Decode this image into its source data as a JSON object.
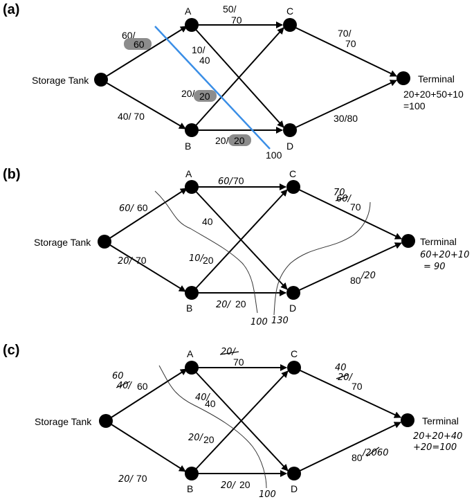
{
  "panels": [
    {
      "label": "(a)",
      "nodes": {
        "source": "Storage Tank",
        "a": "A",
        "b": "B",
        "c": "C",
        "d": "D",
        "sink": "Terminal"
      },
      "edges": {
        "s_a": {
          "flow": "60/",
          "cap": "60"
        },
        "s_b": "40/ 70",
        "a_c": {
          "flow": "50/",
          "cap": "70"
        },
        "a_d": {
          "flow": "10/",
          "cap": "40"
        },
        "b_c": {
          "flow": "20/",
          "cap": "20"
        },
        "b_d": {
          "flow": "20/",
          "cap": "20"
        },
        "c_t": {
          "flow": "70/",
          "cap": "70"
        },
        "d_t": "30/80"
      },
      "cut_value": "100",
      "total": [
        "20+20+50+10",
        "=100"
      ]
    },
    {
      "label": "(b)",
      "nodes": {
        "source": "Storage Tank",
        "a": "A",
        "b": "B",
        "c": "C",
        "d": "D",
        "sink": "Terminal"
      },
      "edges": {
        "s_a": {
          "flow": "60/",
          "cap": "60"
        },
        "s_b": {
          "flow": "20/",
          "cap": "70"
        },
        "a_c": {
          "flow": "60/",
          "cap": "70"
        },
        "a_d": "40",
        "b_c": {
          "flow": "10/",
          "cap": "20"
        },
        "b_d": {
          "flow": "20/",
          "cap": "20"
        },
        "c_t": {
          "old": "70",
          "flow": "60/",
          "cap": "70"
        },
        "d_t": {
          "cap": "80",
          "flow": "/20"
        }
      },
      "cut_values": [
        "100",
        "130"
      ],
      "total": [
        "60+20+10",
        "= 90"
      ]
    },
    {
      "label": "(c)",
      "nodes": {
        "source": "Storage Tank",
        "a": "A",
        "b": "B",
        "c": "C",
        "d": "D",
        "sink": "Terminal"
      },
      "edges": {
        "s_a": {
          "old": "60",
          "flow": "40/",
          "cap": "60"
        },
        "s_b": {
          "flow": "20/",
          "cap": "70"
        },
        "a_c": {
          "flow": "20/",
          "cap": "70"
        },
        "a_d": {
          "flow": "40/",
          "cap": "40"
        },
        "b_c": {
          "flow": "20/",
          "cap": "20"
        },
        "b_d": {
          "flow": "20/",
          "cap": "20"
        },
        "c_t": {
          "new": "40",
          "old": "20/",
          "cap": "70"
        },
        "d_t": {
          "cap": "80",
          "flow": "/2060"
        }
      },
      "cut_value": "100",
      "total": [
        "20+20+40",
        "+20=100"
      ]
    }
  ]
}
